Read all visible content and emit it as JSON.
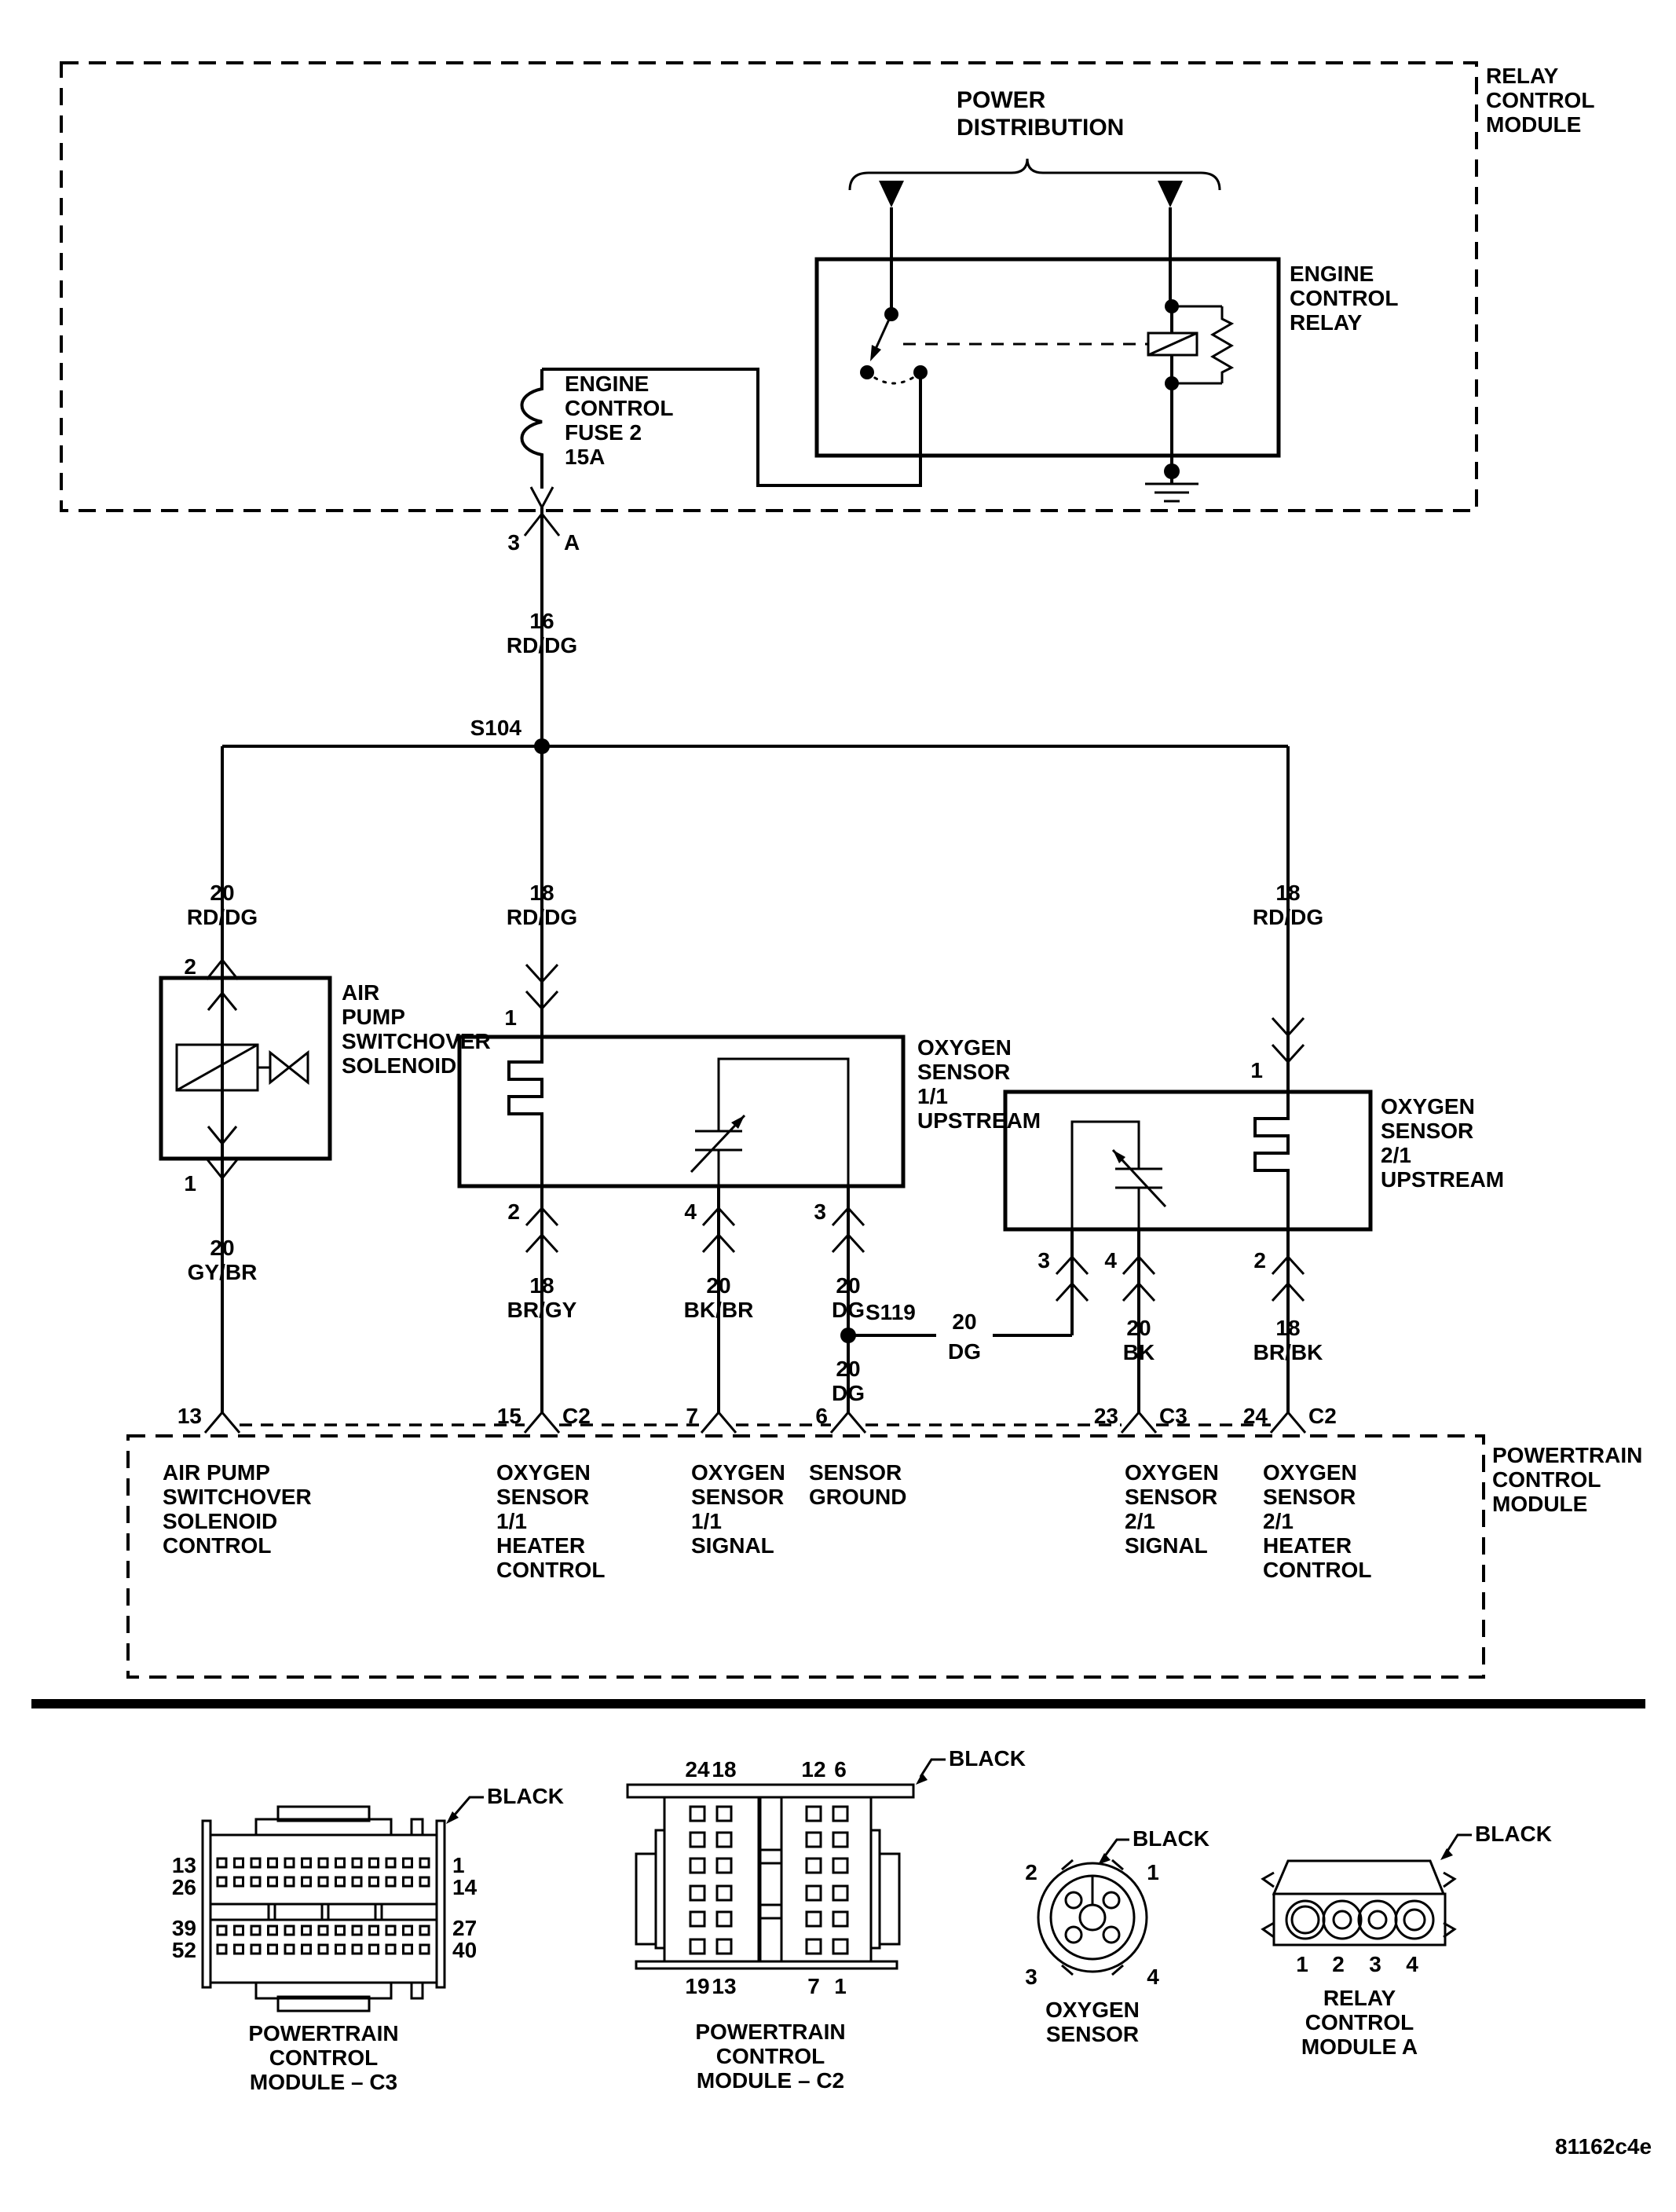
{
  "colors": {
    "line": "#000000",
    "background": "#ffffff"
  },
  "relay_control_module": {
    "label": [
      "RELAY",
      "CONTROL",
      "MODULE"
    ]
  },
  "power_distribution": {
    "label": [
      "POWER",
      "DISTRIBUTION"
    ]
  },
  "engine_control_relay": {
    "label": [
      "ENGINE",
      "CONTROL",
      "RELAY"
    ]
  },
  "engine_control_fuse": {
    "label": [
      "ENGINE",
      "CONTROL",
      "FUSE 2",
      "15A"
    ],
    "pin": "3",
    "cavity": "A"
  },
  "splices": {
    "s104": "S104",
    "s119": "S119"
  },
  "wires": {
    "fuse_out": {
      "ga": "16",
      "col": "RD/DG"
    },
    "s104_left": {
      "ga": "20",
      "col": "RD/DG"
    },
    "s104_mid": {
      "ga": "18",
      "col": "RD/DG"
    },
    "s104_right": {
      "ga": "18",
      "col": "RD/DG"
    },
    "airpump_out": {
      "ga": "20",
      "col": "GY/BR"
    },
    "o2_11_heater": {
      "ga": "18",
      "col": "BR/GY"
    },
    "o2_11_signal": {
      "ga": "20",
      "col": "BK/BR"
    },
    "o2_11_ground": {
      "ga": "20",
      "col": "DG"
    },
    "s119_branch": {
      "ga": "20",
      "col": "DG"
    },
    "s119_down": {
      "ga": "20",
      "col": "DG"
    },
    "o2_21_signal": {
      "ga": "20",
      "col": "BK"
    },
    "o2_21_heater": {
      "ga": "18",
      "col": "BR/BK"
    }
  },
  "air_pump_solenoid": {
    "label": [
      "AIR",
      "PUMP",
      "SWITCHOVER",
      "SOLENOID"
    ],
    "pin_top": "2",
    "pin_bottom": "1"
  },
  "o2_sensor_11": {
    "label": [
      "OXYGEN",
      "SENSOR",
      "1/1",
      "UPSTREAM"
    ],
    "pin_top": "1",
    "pins_bottom": [
      "2",
      "4",
      "3"
    ]
  },
  "o2_sensor_21": {
    "label": [
      "OXYGEN",
      "SENSOR",
      "2/1",
      "UPSTREAM"
    ],
    "pin_top": "1",
    "pins_bottom": [
      "3",
      "4",
      "2"
    ]
  },
  "pcm": {
    "label": [
      "POWERTRAIN",
      "CONTROL",
      "MODULE"
    ],
    "pins": [
      {
        "num": "13",
        "conn": ""
      },
      {
        "num": "15",
        "conn": "C2"
      },
      {
        "num": "7",
        "conn": ""
      },
      {
        "num": "6",
        "conn": ""
      },
      {
        "num": "23",
        "conn": "C3"
      },
      {
        "num": "24",
        "conn": "C2"
      }
    ],
    "functions": [
      [
        "AIR PUMP",
        "SWITCHOVER",
        "SOLENOID",
        "CONTROL"
      ],
      [
        "OXYGEN",
        "SENSOR",
        "1/1",
        "HEATER",
        "CONTROL"
      ],
      [
        "OXYGEN",
        "SENSOR",
        "1/1",
        "SIGNAL"
      ],
      [
        "SENSOR",
        "GROUND"
      ],
      [
        "OXYGEN",
        "SENSOR",
        "2/1",
        "SIGNAL"
      ],
      [
        "OXYGEN",
        "SENSOR",
        "2/1",
        "HEATER",
        "CONTROL"
      ]
    ]
  },
  "connector_views": {
    "pcm_c3": {
      "color": "BLACK",
      "caption": [
        "POWERTRAIN",
        "CONTROL",
        "MODULE – C3"
      ],
      "left_pins": [
        "13",
        "26",
        "39",
        "52"
      ],
      "right_pins": [
        "1",
        "14",
        "27",
        "40"
      ]
    },
    "pcm_c2": {
      "color": "BLACK",
      "caption": [
        "POWERTRAIN",
        "CONTROL",
        "MODULE – C2"
      ],
      "top_pins": [
        "24",
        "18",
        "12",
        "6"
      ],
      "bottom_pins": [
        "19",
        "13",
        "7",
        "1"
      ]
    },
    "oxygen_sensor": {
      "color": "BLACK",
      "caption": [
        "OXYGEN",
        "SENSOR"
      ],
      "pins": [
        "2",
        "1",
        "3",
        "4"
      ]
    },
    "relay_module_a": {
      "color": "BLACK",
      "caption": [
        "RELAY",
        "CONTROL",
        "MODULE A"
      ],
      "pins": [
        "1",
        "2",
        "3",
        "4"
      ]
    }
  },
  "diagram_id": "81162c4e"
}
